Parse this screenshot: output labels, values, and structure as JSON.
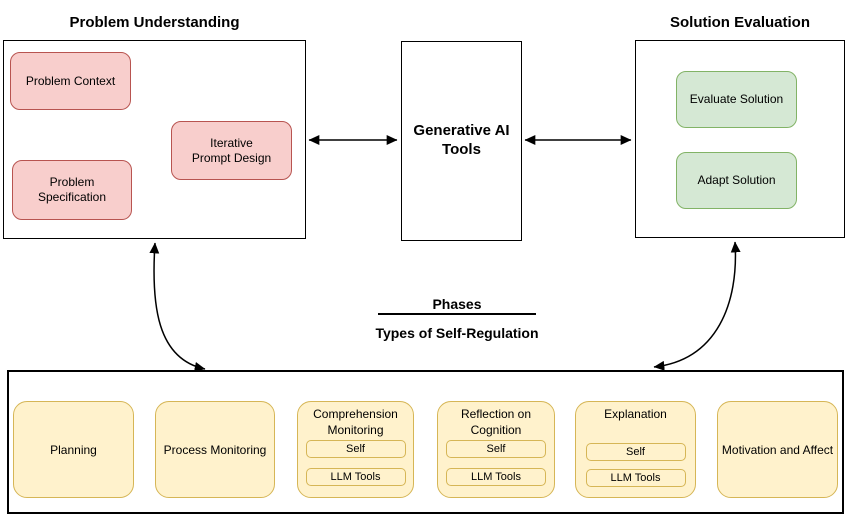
{
  "colors": {
    "pink_fill": "#f8cecc",
    "pink_stroke": "#b85450",
    "green_fill": "#d5e8d4",
    "green_stroke": "#82b366",
    "yellow_fill": "#fff2cc",
    "yellow_stroke": "#d6b656",
    "connector": "#000000"
  },
  "problem_understanding": {
    "title": "Problem Understanding",
    "nodes": {
      "problem_context": "Problem Context",
      "problem_specification": "Problem\nSpecification",
      "iterative_prompt_design": "Iterative\nPrompt Design"
    }
  },
  "generative_ai": {
    "label": "Generative AI\nTools"
  },
  "solution_evaluation": {
    "title": "Solution Evaluation",
    "nodes": {
      "evaluate_solution": "Evaluate Solution",
      "adapt_solution": "Adapt Solution"
    }
  },
  "legend": {
    "numerator": "Phases",
    "denominator": "Types of Self-Regulation"
  },
  "self_regulation": {
    "planning": {
      "label": "Planning"
    },
    "process_monitoring": {
      "label": "Process Monitoring"
    },
    "comprehension_monitoring": {
      "label": "Comprehension\nMonitoring",
      "sub": [
        "Self",
        "LLM Tools"
      ]
    },
    "reflection_on_cognition": {
      "label": "Reflection on\nCognition",
      "sub": [
        "Self",
        "LLM Tools"
      ]
    },
    "explanation": {
      "label": "Explanation",
      "sub": [
        "Self",
        "LLM Tools"
      ]
    },
    "motivation_and_affect": {
      "label": "Motivation and Affect"
    }
  }
}
